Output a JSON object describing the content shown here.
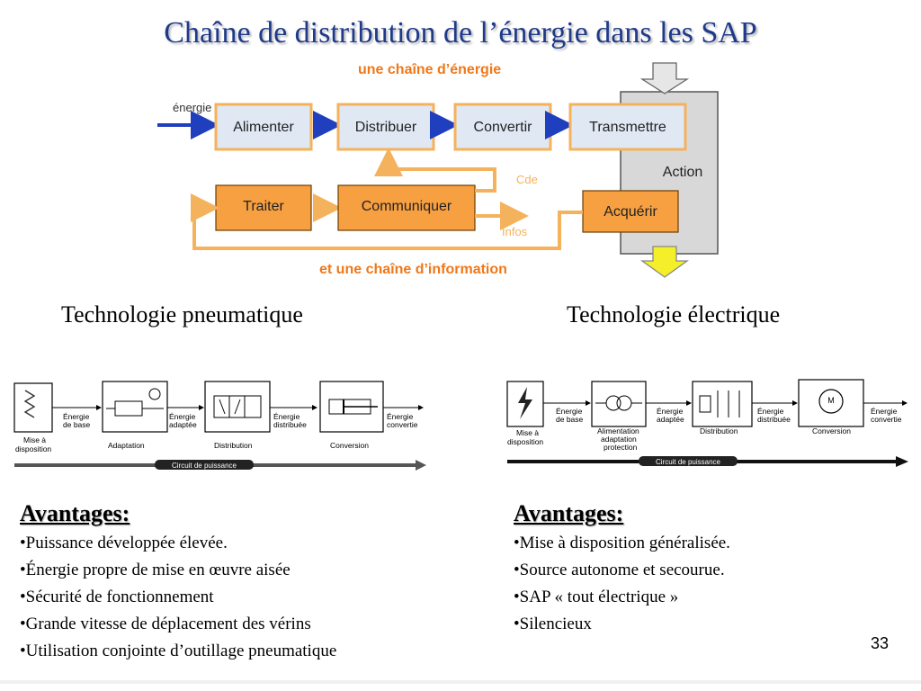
{
  "slide": {
    "title": "Chaîne de distribution de l’énergie dans les SAP",
    "page_number": "33"
  },
  "energy_diagram": {
    "header_energy": "une chaîne d’énergie",
    "header_info": "et une chaîne d’information",
    "input_label": "énergie",
    "blocks": {
      "alimenter": "Alimenter",
      "distribuer": "Distribuer",
      "convertir": "Convertir",
      "transmettre": "Transmettre",
      "traiter": "Traiter",
      "communiquer": "Communiquer",
      "acquerir": "Acquérir"
    },
    "action_label": "Action",
    "cde_label": "Cde",
    "infos_label": "Infos",
    "colors": {
      "blue_block": "#dfe8f3",
      "orange_block": "#f7a042",
      "arrow_blue": "#1f3fbf",
      "arrow_orange": "#f5b25c",
      "header_orange": "#f07818",
      "gray_panel": "#d8d8d8",
      "yellow_arrow": "#f5ef2a"
    }
  },
  "pneumatic": {
    "heading": "Technologie pneumatique",
    "diagram": {
      "labels": {
        "energie_base": [
          "Énergie",
          "de base"
        ],
        "energie_adaptee": [
          "Énergie",
          "adaptée"
        ],
        "energie_distribuee": [
          "Énergie",
          "distribuée"
        ],
        "energie_convertie": [
          "Énergie",
          "convertie"
        ],
        "mise_a_disposition": [
          "Mise à",
          "disposition"
        ],
        "adaptation": "Adaptation",
        "distribution": "Distribution",
        "conversion": "Conversion",
        "circuit": "Circuit de puissance"
      }
    },
    "advantages_title": "Avantages:",
    "advantages": [
      "•Puissance développée élevée.",
      "•Énergie propre de mise en œuvre aisée",
      "•Sécurité de fonctionnement",
      "•Grande vitesse de déplacement des vérins",
      "•Utilisation conjointe d’outillage pneumatique"
    ]
  },
  "electric": {
    "heading": "Technologie électrique",
    "diagram": {
      "labels": {
        "energie_base": [
          "Énergie",
          "de base"
        ],
        "energie_adaptee": [
          "Énergie",
          "adaptée"
        ],
        "energie_distribuee": [
          "Énergie",
          "distribuée"
        ],
        "energie_convertie": [
          "Énergie",
          "convertie"
        ],
        "mise_a_disposition": [
          "Mise à",
          "disposition"
        ],
        "alimentation": [
          "Alimentation",
          "adaptation",
          "protection"
        ],
        "distribution": "Distribution",
        "conversion": "Conversion",
        "circuit": "Circuit de puissance",
        "motor": "M"
      }
    },
    "advantages_title": "Avantages:",
    "advantages": [
      "•Mise à disposition généralisée.",
      "•Source autonome et secourue.",
      "•SAP « tout électrique »",
      "•Silencieux"
    ]
  }
}
